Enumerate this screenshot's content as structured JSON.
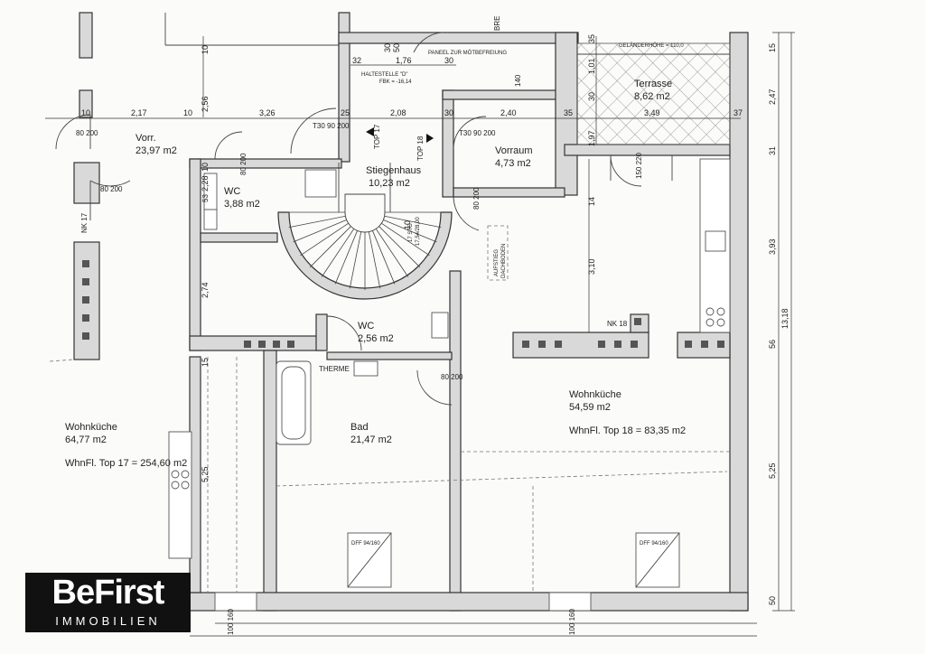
{
  "rooms": {
    "vorr": {
      "name": "Vorr.",
      "area": "23,97 m2"
    },
    "wc_left": {
      "name": "WC",
      "area": "3,88 m2"
    },
    "stiegenhaus": {
      "name": "Stiegenhaus",
      "area": "10,23 m2"
    },
    "vorraum": {
      "name": "Vorraum",
      "area": "4,73 m2"
    },
    "terrasse": {
      "name": "Terrasse",
      "area": "8,62 m2"
    },
    "wc_mid": {
      "name": "WC",
      "area": "2,56 m2"
    },
    "bad": {
      "name": "Bad",
      "area": "21,47 m2"
    },
    "wohnkueche_left": {
      "name": "Wohnküche",
      "area": "64,77 m2",
      "total": "WhnFl. Top 17 = 254,60 m2"
    },
    "wohnkueche_right": {
      "name": "Wohnküche",
      "area": "54,59 m2",
      "total": "WhnFl. Top 18 = 83,35 m2"
    }
  },
  "labels": {
    "top17": "TOP 17",
    "top18": "TOP 18",
    "therme": "THERME",
    "nk17": "NK 17",
    "nk18": "NK 18",
    "bre": "BRE",
    "haltestelle": "HALTESTELLE \"D\"",
    "fbk": "FBK = -16,14",
    "paneel": "PANEEL ZUR MÖTBEFREIUNG",
    "gelaender": "GELÄNDERHÖHE = 110,0",
    "aufstieg_1": "AUFSTIEG",
    "aufstieg_2": "DACHBODEN",
    "stairs": "17 STG",
    "stairs_2": "17,54/28,00",
    "dff_left": "DFF 94/160",
    "dff_right": "DFF 94/160"
  },
  "doors": {
    "t30_left": "T30 90 200",
    "t30_right": "T30 90 200",
    "d_80_200": "80 200",
    "d_80_200_b": "80 200",
    "d_80_200_c": "80 200",
    "d_80_200_d": "80 200",
    "d_80_200_e": "80 200",
    "d_150_220": "150 220",
    "d_140": "140",
    "w_100_160_a": "100 160",
    "w_100_160_b": "100 160",
    "d_53": "53"
  },
  "dimensions": {
    "top_row": [
      "10",
      "2,17",
      "10",
      "3,26",
      "25",
      "2,08",
      "30",
      "2,40",
      "35",
      "3,49",
      "37"
    ],
    "top_small": [
      "32",
      "1,76",
      "30",
      "30",
      "50",
      "10"
    ],
    "right_col": [
      "15",
      "2,47",
      "31",
      "3,93",
      "13,18",
      "56",
      "5,25",
      "50"
    ],
    "interior": [
      "2,56",
      "10",
      "2,74",
      "15",
      "5,25",
      "14",
      "3,10",
      "1,01",
      "1,97",
      "30",
      "35",
      "10",
      "2,28"
    ]
  },
  "logo": {
    "line1": "BeFirst",
    "line2": "IMMOBILIEN"
  }
}
